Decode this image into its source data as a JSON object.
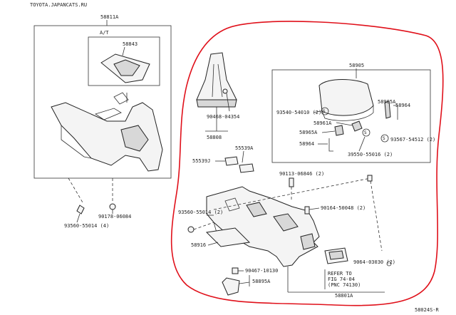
{
  "site": "TOYOTA.JAPANCATS.RU",
  "footer_code": "58024S-R",
  "accent_color": "#e0101a",
  "left_group": {
    "box_label": "58811A",
    "inner_label": "A/T",
    "inner_part": "58843",
    "bolt_1": "93560-55014 (4)",
    "bolt_2": "90178-06084"
  },
  "right_group": {
    "boot_clip": "90468-04354",
    "boot": "58808",
    "bracket": "55539A",
    "bracket_sub": "55539J",
    "armrest_box": "58905",
    "armrest_parts": {
      "screw_a": "93540-54010 (2)",
      "hinge_a": "58961A",
      "hinge_b": "58965A",
      "rod_a": "58964",
      "hinge_c": "58965A",
      "rod_b": "58964",
      "screw_b": "93567-54512 (2)",
      "screw_c": "39550-55016 (2)"
    },
    "bolt_top": "90113-06846 (2)",
    "screw_d": "90164-50048 (2)",
    "screw_e": "93560-55014 (2)",
    "mat": "58916",
    "clip_right": "9064-03030 (2)",
    "clip_low": "90467-10130",
    "bracket_low": "58895A",
    "console": "58801A",
    "refer": [
      "REFER TO",
      "FIG 74-04",
      "(PNC 74130)"
    ]
  }
}
